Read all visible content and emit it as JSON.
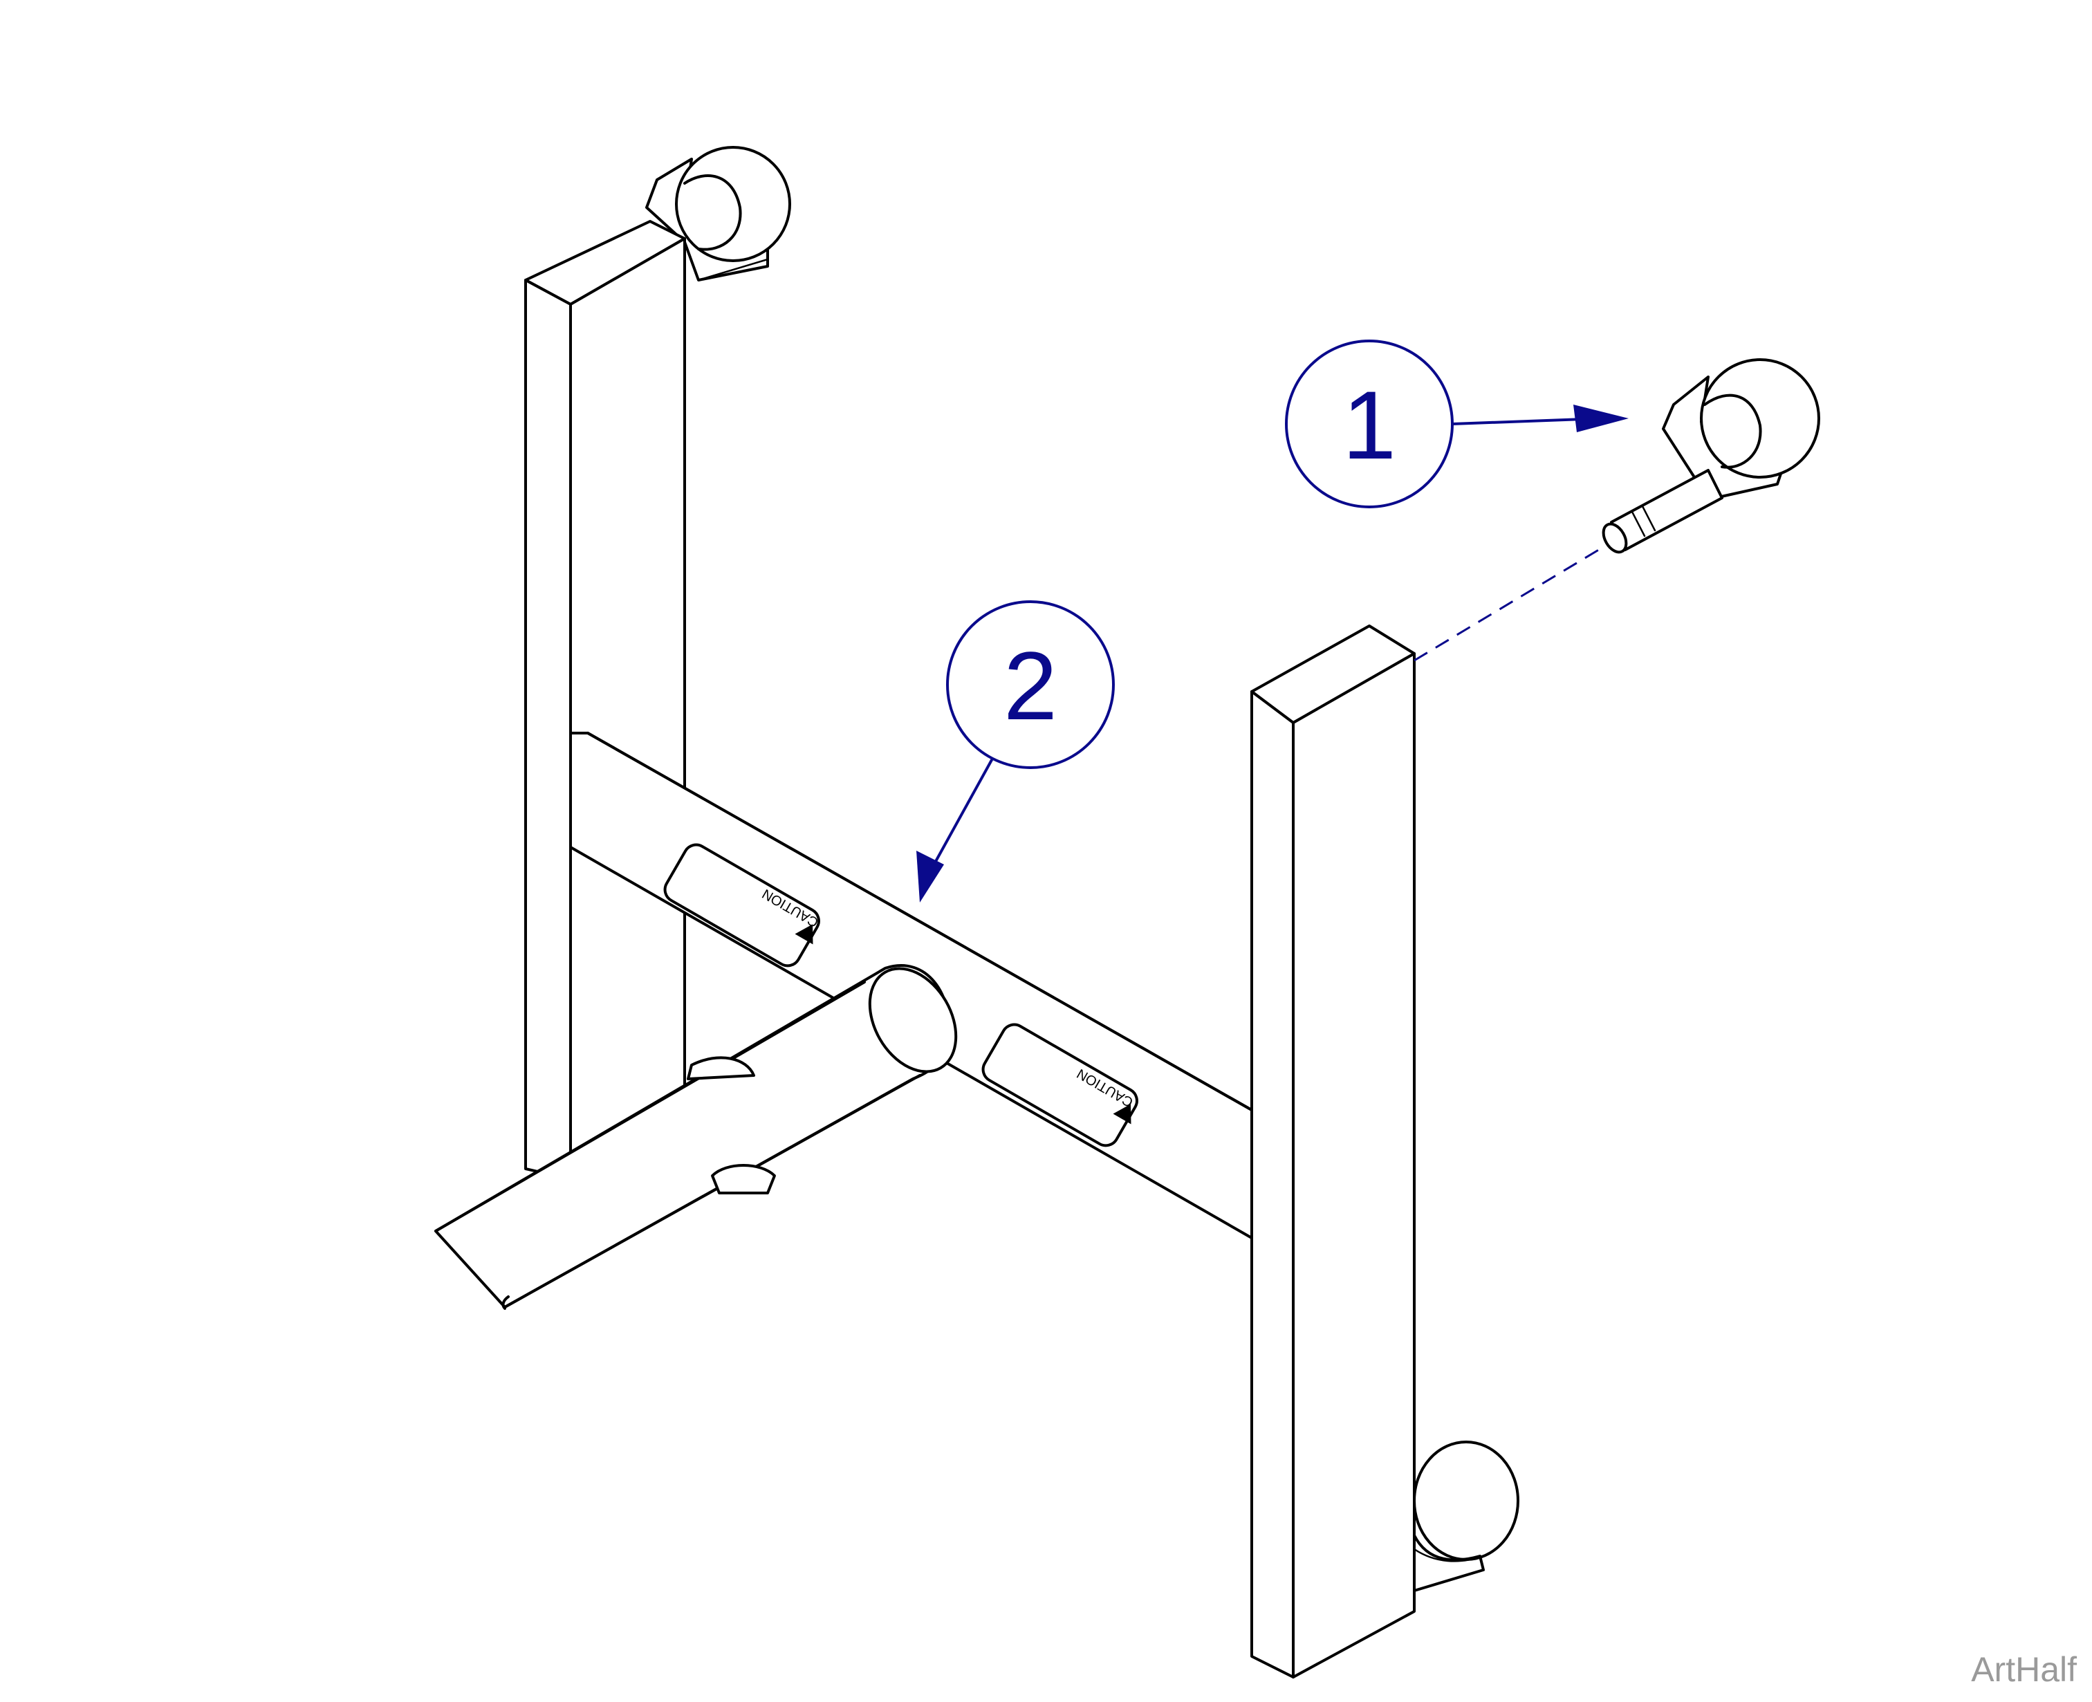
{
  "callouts": [
    {
      "number": "1",
      "part": "caster"
    },
    {
      "number": "2",
      "part": "base frame"
    }
  ],
  "labels": {
    "caution_text": "CAUTION"
  },
  "watermark": "ArtHalf",
  "colors": {
    "line": "#000000",
    "callout": "#0a0a8c",
    "watermark": "#9a9a9a"
  }
}
